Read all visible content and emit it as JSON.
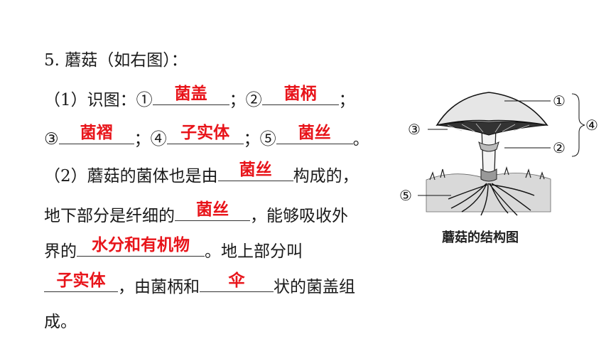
{
  "question": {
    "number": "5.",
    "title": "蘑菇（如右图）：",
    "part1_label": "（1）识图：",
    "m1": "①",
    "m2": "②",
    "m3": "③",
    "m4": "④",
    "m5": "⑤",
    "semi": "；",
    "period": "。",
    "part2_l1a": "（2）蘑菇的菌体也是由",
    "part2_l1b": "构成的，",
    "part2_l2a": "地下部分是纤细的",
    "part2_l2b": "，能够吸收外",
    "part2_l3a": "界的",
    "part2_l3b": "。地上部分叫",
    "part2_l4b": "，由菌柄和",
    "part2_l4c": "状的菌盖组",
    "part2_l5": "成。"
  },
  "answers": {
    "a1": "菌盖",
    "a2": "菌柄",
    "a3": "菌褶",
    "a4": "子实体",
    "a5": "菌丝",
    "b1": "菌丝",
    "b2": "菌丝",
    "b3": "水分和有机物",
    "b4": "子实体",
    "b5": "伞"
  },
  "figure": {
    "caption": "蘑菇的结构图",
    "labels": [
      "①",
      "②",
      "③",
      "④",
      "⑤"
    ]
  },
  "colors": {
    "answer": "#e8141a",
    "text": "#1a1a1a"
  }
}
